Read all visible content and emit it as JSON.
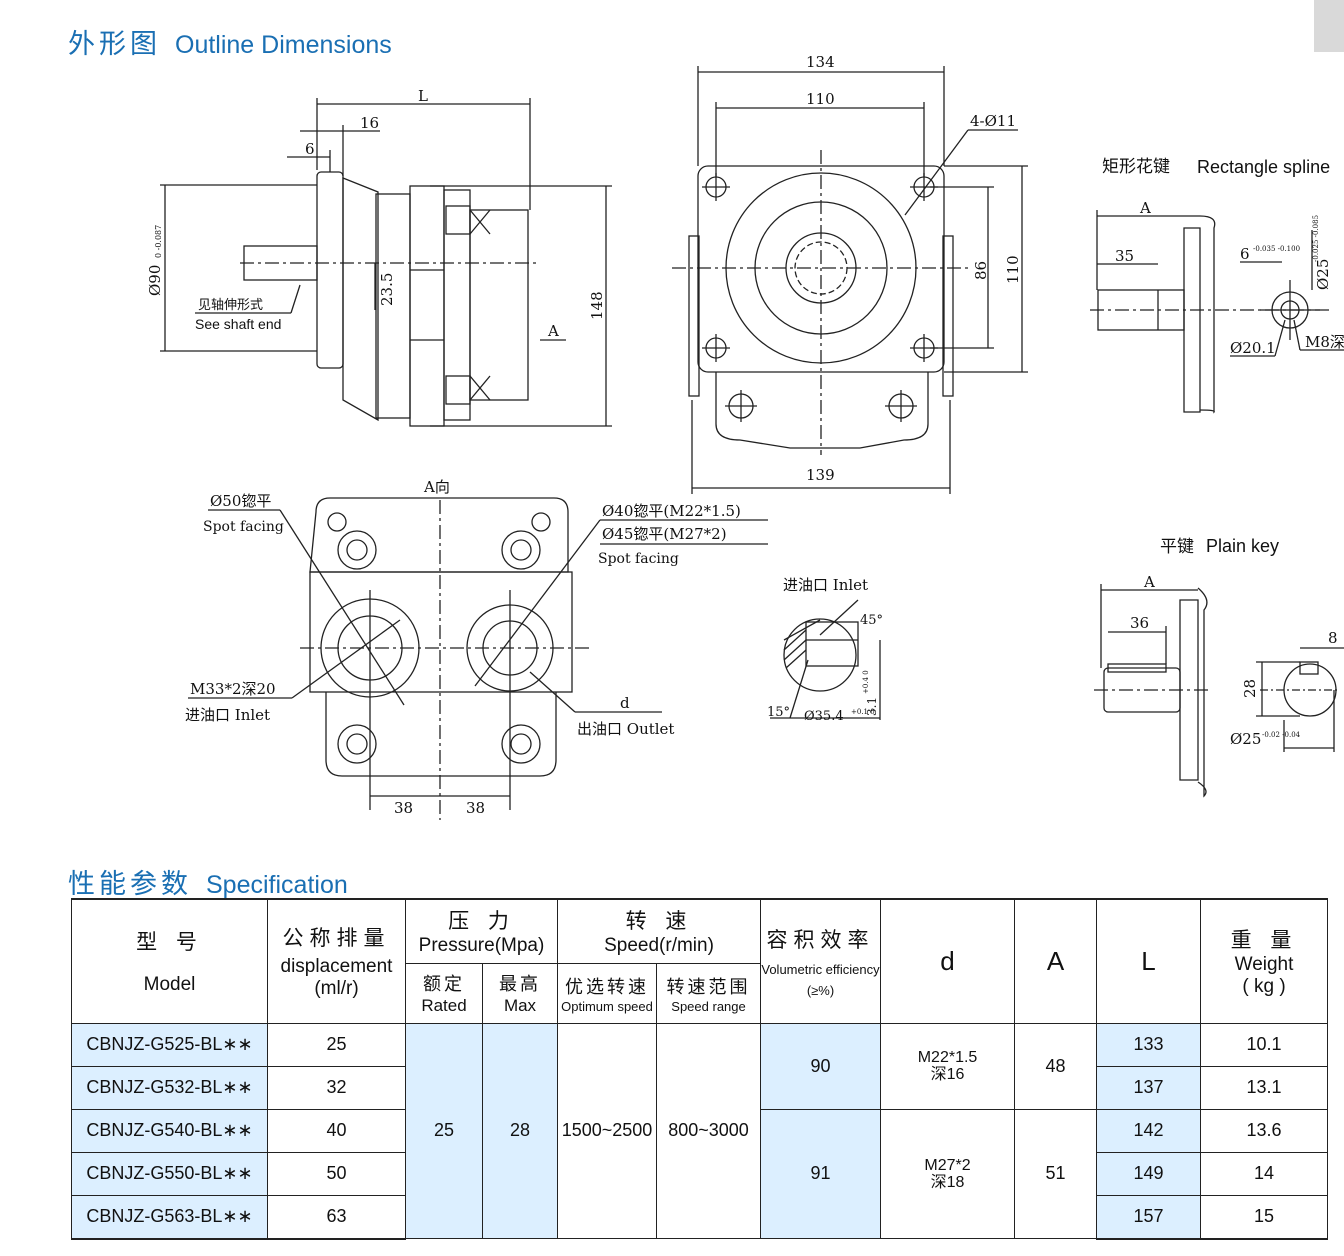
{
  "headings": {
    "outline_cn": "外形图",
    "outline_en": "Outline Dimensions",
    "spec_cn": "性能参数",
    "spec_en": "Specification"
  },
  "drawing_labels": {
    "side_L": "L",
    "side_16": "16",
    "side_6": "6",
    "side_dia90": "Ø90",
    "side_dia90_tol": "0 -0.087",
    "side_23_5": "23.5",
    "side_148": "148",
    "side_A": "A",
    "shaft_note_cn": "见轴伸形式",
    "shaft_note_en": "See shaft end",
    "front_134": "134",
    "front_110_top": "110",
    "front_holes": "4-Ø11",
    "front_86": "86",
    "front_110_right": "110",
    "front_139": "139",
    "view_A": "A向",
    "spot50": "Ø50锪平",
    "spot50_en": "Spot facing",
    "spot40": "Ø40锪平(M22*1.5)",
    "spot45": "Ø45锪平(M27*2)",
    "spot45_en": "Spot facing",
    "m33": "M33*2深20",
    "inlet_left": "进油口 Inlet",
    "d_label": "d",
    "outlet": "出油口 Outlet",
    "dim38a": "38",
    "dim38b": "38",
    "inlet_detail": "进油口 Inlet",
    "deg45": "45°",
    "deg15": "15°",
    "dia35": "Ø35.4",
    "dia35_tol": "+0.1 0",
    "dim31": "3.1",
    "dim31_tol": "+0.4 0",
    "spline_title_cn": "矩形花键",
    "spline_title_en": "Rectangle spline",
    "spline_A": "A",
    "spline_35": "35",
    "spline_6": "6",
    "spline_6_tol": "-0.035 -0.100",
    "spline_dia25": "Ø25",
    "spline_dia25_tol": "-0.025 -0.085",
    "spline_dia20": "Ø20.1",
    "spline_m8": "M8深",
    "key_title_cn": "平键",
    "key_title_en": "Plain key",
    "key_A": "A",
    "key_36": "36",
    "key_8": "8",
    "key_28": "28",
    "key_dia25": "Ø25",
    "key_dia25_tol": "-0.02 -0.04"
  },
  "table": {
    "headers": {
      "model_cn": "型 号",
      "model_en": "Model",
      "disp_cn": "公称排量",
      "disp_en1": "displacement",
      "disp_en2": "(ml/r)",
      "pressure_cn": "压 力",
      "pressure_en": "Pressure(Mpa)",
      "rated_cn": "额定",
      "rated_en": "Rated",
      "max_cn": "最高",
      "max_en": "Max",
      "speed_cn": "转 速",
      "speed_en": "Speed(r/min)",
      "opt_cn": "优选转速",
      "opt_en": "Optimum speed",
      "range_cn": "转速范围",
      "range_en": "Speed range",
      "vol_cn": "容积效率",
      "vol_en": "Volumetric efficiency",
      "vol_unit": "(≥%)",
      "d": "d",
      "A": "A",
      "L": "L",
      "weight_cn": "重 量",
      "weight_en1": "Weight",
      "weight_en2": "( kg )"
    },
    "rows": [
      {
        "model": "CBNJZ-G525-BL∗∗",
        "disp": "25",
        "L": "133",
        "weight": "10.1"
      },
      {
        "model": "CBNJZ-G532-BL∗∗",
        "disp": "32",
        "L": "137",
        "weight": "13.1"
      },
      {
        "model": "CBNJZ-G540-BL∗∗",
        "disp": "40",
        "L": "142",
        "weight": "13.6"
      },
      {
        "model": "CBNJZ-G550-BL∗∗",
        "disp": "50",
        "L": "149",
        "weight": "14"
      },
      {
        "model": "CBNJZ-G563-BL∗∗",
        "disp": "63",
        "L": "157",
        "weight": "15"
      }
    ],
    "shared": {
      "rated": "25",
      "max": "28",
      "optimum": "1500~2500",
      "range": "800~3000",
      "vol_a": "90",
      "vol_b": "91",
      "d_a_1": "M22*1.5",
      "d_a_2": "深16",
      "d_b_1": "M27*2",
      "d_b_2": "深18",
      "A_a": "48",
      "A_b": "51"
    }
  },
  "colors": {
    "heading": "#1a6fb3",
    "highlight": "#dcefff"
  }
}
